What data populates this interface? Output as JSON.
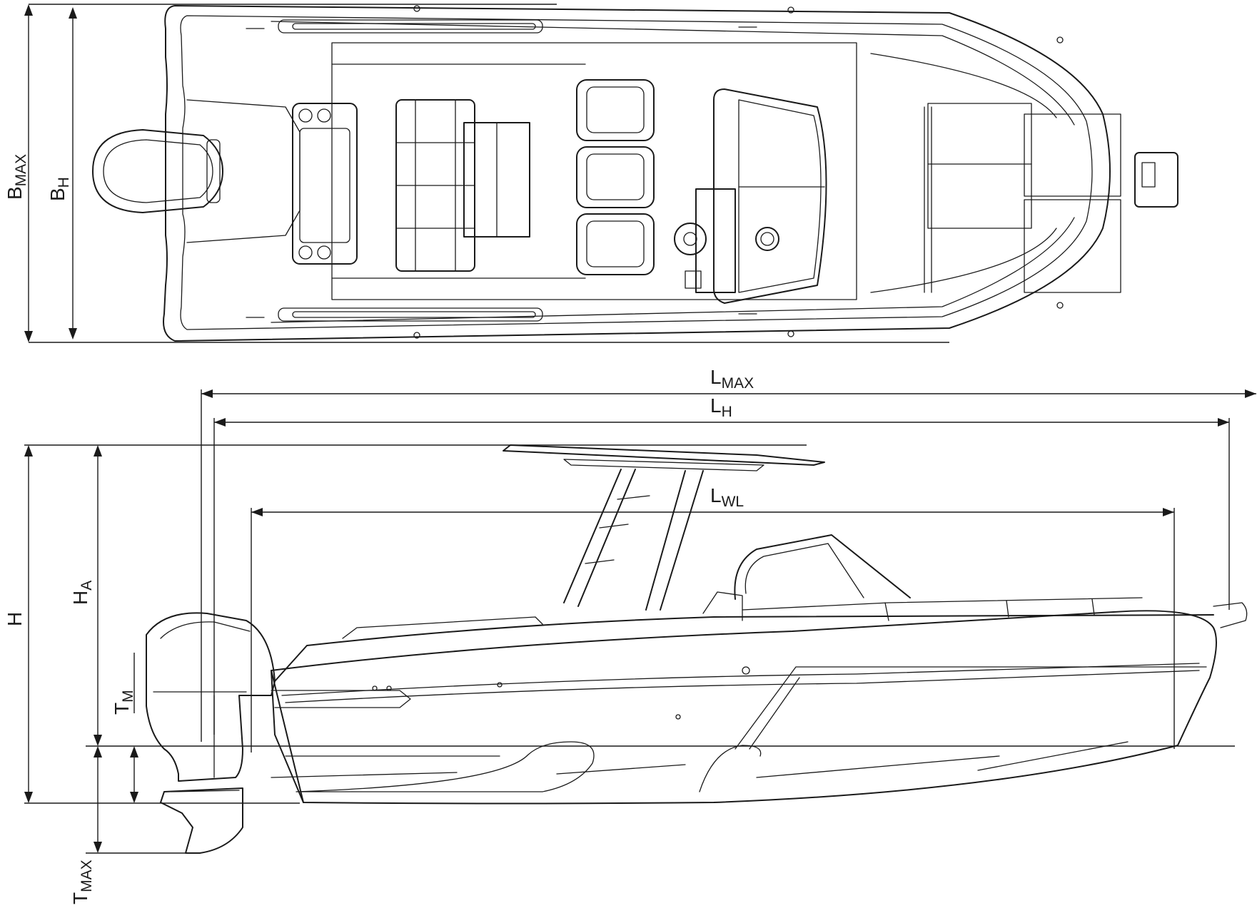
{
  "dimension_labels": {
    "b_max": {
      "main": "B",
      "sub": "MAX"
    },
    "b_h": {
      "main": "B",
      "sub": "H"
    },
    "l_max": {
      "main": "L",
      "sub": "MAX"
    },
    "l_h": {
      "main": "L",
      "sub": "H"
    },
    "l_wl": {
      "main": "L",
      "sub": "WL"
    },
    "h": {
      "main": "H",
      "sub": ""
    },
    "h_a": {
      "main": "H",
      "sub": "A"
    },
    "t_m": {
      "main": "T",
      "sub": "M"
    },
    "t_max": {
      "main": "T",
      "sub": "MAX"
    }
  },
  "colors": {
    "line": "#1a1a1a",
    "background": "#ffffff"
  }
}
